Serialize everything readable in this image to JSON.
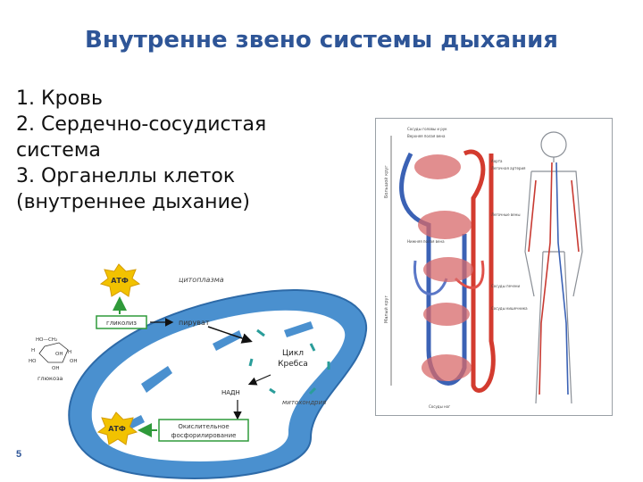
{
  "slide": {
    "title": "Внутренне звено системы дыхания",
    "list": [
      "1.  Кровь",
      "2.  Сердечно-сосудистая",
      "система",
      "3. Органеллы клеток",
      "(внутреннее дыхание)"
    ],
    "page_number": "5"
  },
  "mito": {
    "atp_top": "АТФ",
    "atp_bottom": "АТФ",
    "cytoplasm": "цитоплазма",
    "glycolysis": "гликолиз",
    "pyruvate": "пируват",
    "krebs_1": "Цикл",
    "krebs_2": "Кребса",
    "nadh": "НАДН",
    "mitochondrion": "митохондрия",
    "oxphos_1": "Окислительное",
    "oxphos_2": "фосфорилирование",
    "glucose": "глюкоза",
    "glucose_formula": [
      "HO—CH₂",
      "H",
      "OH",
      "HO",
      "OH",
      "OH",
      "H"
    ]
  },
  "circulation": {
    "labels": [
      "Сосуды головы и рук",
      "Верхняя полая вена",
      "Аорта",
      "Легочная артерия",
      "Легочные вены",
      "Нижняя полая вена",
      "Сосуды печени",
      "Сосуды кишечника",
      "Сосуды ног"
    ],
    "axis_top": "Большой круг",
    "axis_bottom": "Малый круг"
  }
}
